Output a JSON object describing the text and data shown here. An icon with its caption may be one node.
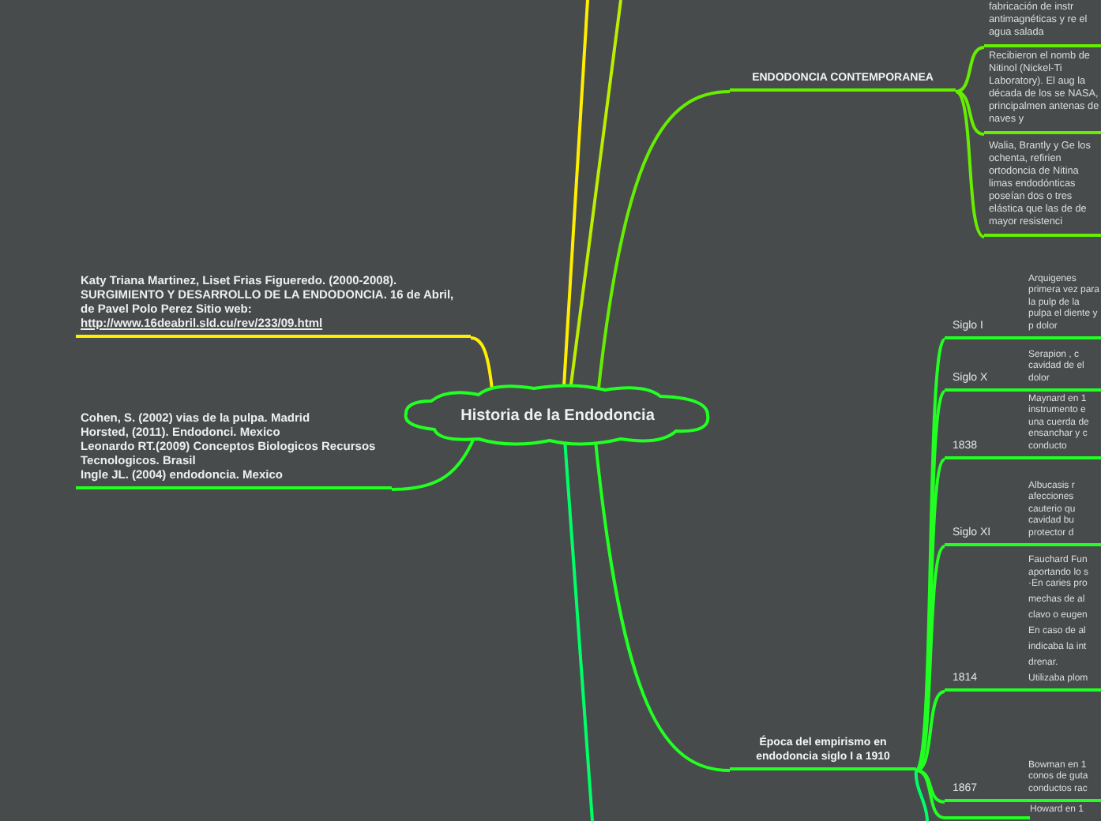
{
  "diagram": {
    "nodes": [
      {
        "text": [
          "Historia de la Endodoncia"
        ]
      },
      {
        "text": [
          "Katy Triana Martinez, Liset Frias Figueredo. (2000-2008). SURGIMIENTO Y DESARROLLO DE LA ENDODONCIA. 16 de Abril, de Pavel Polo Perez Sitio web:",
          "http://www.16deabril.sld.cu/rev/233/09.html"
        ]
      },
      {
        "text": [
          "Cohen, S. (2002) vias de la pulpa. Madrid",
          "Horsted, (2011). Endodonci. Mexico",
          "Leonardo RT.(2009) Conceptos Biologicos Recursos Tecnologicos. Brasil",
          "Ingle JL. (2004) endodoncia. Mexico"
        ]
      },
      {
        "text": [
          "ENDODONCIA CONTEMPORANEA"
        ]
      },
      {
        "text": [
          "fabricación de instr antimagnéticas y re el agua salada"
        ]
      },
      {
        "text": [
          "Recibieron el nomb de Nitinol (Nickel-Ti Laboratory). El aug la década de los se NASA, principalmen antenas de naves y"
        ]
      },
      {
        "text": [
          "Walia, Brantly y Ge los ochenta, refirien ortodoncia de Nitina limas endodónticas poseían dos o tres elástica que las de de mayor resistenci"
        ]
      },
      {
        "text": [
          "Época del empirismo en endodoncia siglo I a 1910"
        ]
      },
      {
        "text": [
          "Siglo I",
          "Arquigenes primera vez para la pulp de la pulpa el diente y p dolor"
        ]
      },
      {
        "text": [
          "Siglo X",
          "Serapion , c cavidad de el dolor"
        ]
      },
      {
        "text": [
          "1838",
          "Maynard en 1 instrumento e una cuerda de ensanchar y c conducto"
        ]
      },
      {
        "text": [
          "Siglo XI",
          "Albucasis r afecciones cauterio qu cavidad bu protector d"
        ]
      },
      {
        "text": [
          "1814",
          "Fauchard Fun aportando lo s ·En caries pro",
          "mechas de al",
          "clavo o eugen",
          "En caso de al",
          "indicaba la int",
          "drenar.",
          "Utilizaba plom"
        ]
      },
      {
        "text": [
          "1867",
          "Bowman en 1 conos de guta conductos rac"
        ]
      },
      {
        "text": [
          "Howard en 1"
        ]
      }
    ],
    "edges": [
      {
        "from": 0,
        "to": 1,
        "arrow": "none",
        "color": "#ffee00"
      },
      {
        "from": 0,
        "to": 2,
        "arrow": "none"
      },
      {
        "from": 0,
        "to": null,
        "arrow": "none",
        "color": "#ffee00"
      },
      {
        "from": 0,
        "to": null,
        "arrow": "none",
        "color": "#bbee00"
      },
      {
        "from": 0,
        "to": 3,
        "arrow": "none",
        "color": "#66ee00"
      },
      {
        "from": 0,
        "to": 7,
        "arrow": "none"
      },
      {
        "from": 0,
        "to": null,
        "arrow": "none",
        "color": "#00ff66"
      },
      {
        "from": 3,
        "to": 4,
        "arrow": "none",
        "color": "#66ee00"
      },
      {
        "from": 3,
        "to": 5,
        "arrow": "none",
        "color": "#66ee00"
      },
      {
        "from": 3,
        "to": 6,
        "arrow": "none",
        "color": "#66ee00"
      },
      {
        "from": 7,
        "to": 8,
        "arrow": "none"
      },
      {
        "from": 7,
        "to": 9,
        "arrow": "none"
      },
      {
        "from": 7,
        "to": 10,
        "arrow": "none"
      },
      {
        "from": 7,
        "to": 11,
        "arrow": "none"
      },
      {
        "from": 7,
        "to": 12,
        "arrow": "none"
      },
      {
        "from": 7,
        "to": 13,
        "arrow": "none"
      },
      {
        "from": 7,
        "to": 14,
        "arrow": "none"
      },
      {
        "from": 7,
        "to": null,
        "arrow": "none",
        "color": "#00ff66"
      }
    ]
  }
}
